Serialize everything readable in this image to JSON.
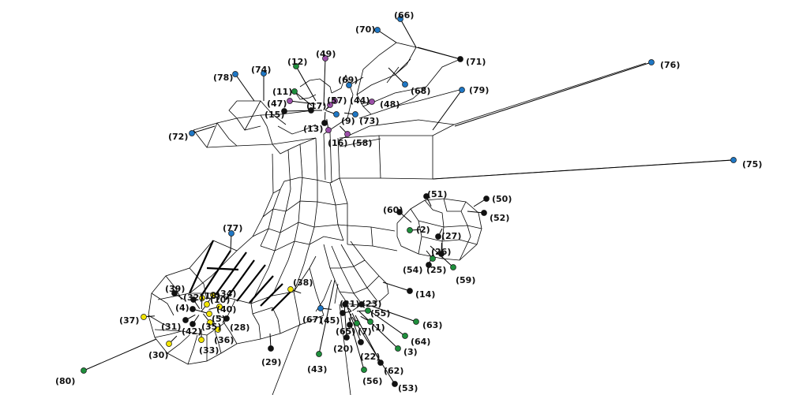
{
  "colors": {
    "black": "#111111",
    "blue": "#1f77c4",
    "green": "#1e8f3c",
    "purple": "#9b4fa8",
    "yellow": "#f2e400"
  },
  "nodes": [
    {
      "id": "66",
      "label": "(66)",
      "color": "blue"
    },
    {
      "id": "70",
      "label": "(70)",
      "color": "blue"
    },
    {
      "id": "71",
      "label": "(71)",
      "color": "black"
    },
    {
      "id": "76",
      "label": "(76)",
      "color": "blue"
    },
    {
      "id": "49",
      "label": "(49)",
      "color": "purple"
    },
    {
      "id": "12",
      "label": "(12)",
      "color": "green"
    },
    {
      "id": "74",
      "label": "(74)",
      "color": "blue"
    },
    {
      "id": "78",
      "label": "(78)",
      "color": "blue"
    },
    {
      "id": "69",
      "label": "(69)",
      "color": "blue"
    },
    {
      "id": "68",
      "label": "(68)",
      "color": "blue"
    },
    {
      "id": "79",
      "label": "(79)",
      "color": "blue"
    },
    {
      "id": "11",
      "label": "(11)",
      "color": "green"
    },
    {
      "id": "47",
      "label": "(47)",
      "color": "purple"
    },
    {
      "id": "57",
      "label": "(57)",
      "color": "purple"
    },
    {
      "id": "44",
      "label": "(44)",
      "color": "purple"
    },
    {
      "id": "48",
      "label": "(48)",
      "color": "purple"
    },
    {
      "id": "15",
      "label": "(15)",
      "color": "black"
    },
    {
      "id": "17",
      "label": "(17)",
      "color": "black"
    },
    {
      "id": "9",
      "label": "(9)",
      "color": "blue"
    },
    {
      "id": "73",
      "label": "(73)",
      "color": "blue"
    },
    {
      "id": "72",
      "label": "(72)",
      "color": "blue"
    },
    {
      "id": "13",
      "label": "(13)",
      "color": "black"
    },
    {
      "id": "16",
      "label": "(16)",
      "color": "purple"
    },
    {
      "id": "58",
      "label": "(58)",
      "color": "purple"
    },
    {
      "id": "75",
      "label": "(75)",
      "color": "blue"
    },
    {
      "id": "51",
      "label": "(51)",
      "color": "black"
    },
    {
      "id": "50",
      "label": "(50)",
      "color": "black"
    },
    {
      "id": "60",
      "label": "(60)",
      "color": "black"
    },
    {
      "id": "52",
      "label": "(52)",
      "color": "black"
    },
    {
      "id": "2",
      "label": "(2)",
      "color": "green"
    },
    {
      "id": "27",
      "label": "(27)",
      "color": "black"
    },
    {
      "id": "77",
      "label": "(77)",
      "color": "blue"
    },
    {
      "id": "26",
      "label": "(26)",
      "color": "black"
    },
    {
      "id": "54",
      "label": "(54)",
      "color": "green"
    },
    {
      "id": "25",
      "label": "(25)",
      "color": "black"
    },
    {
      "id": "59",
      "label": "(59)",
      "color": "green"
    },
    {
      "id": "39",
      "label": "(39)",
      "color": "black"
    },
    {
      "id": "38",
      "label": "(38)",
      "color": "yellow"
    },
    {
      "id": "34",
      "label": "(34)",
      "color": "yellow"
    },
    {
      "id": "18",
      "label": "(18)",
      "color": "yellow"
    },
    {
      "id": "32",
      "label": "(32)",
      "color": "black"
    },
    {
      "id": "10",
      "label": "(10)",
      "color": "yellow"
    },
    {
      "id": "14",
      "label": "(14)",
      "color": "black"
    },
    {
      "id": "4",
      "label": "(4)",
      "color": "black"
    },
    {
      "id": "40",
      "label": "(40)",
      "color": "yellow"
    },
    {
      "id": "37",
      "label": "(37)",
      "color": "yellow"
    },
    {
      "id": "5",
      "label": "(5)",
      "color": "yellow"
    },
    {
      "id": "23",
      "label": "(23)",
      "color": "black"
    },
    {
      "id": "55",
      "label": "(55)",
      "color": "green"
    },
    {
      "id": "67",
      "label": "(67)",
      "color": "blue"
    },
    {
      "id": "45",
      "label": "(45)",
      "color": "black"
    },
    {
      "id": "21",
      "label": "(21)",
      "color": "black"
    },
    {
      "id": "63",
      "label": "(63)",
      "color": "green"
    },
    {
      "id": "31",
      "label": "(31)",
      "color": "black"
    },
    {
      "id": "42",
      "label": "(42)",
      "color": "black"
    },
    {
      "id": "35",
      "label": "(35)",
      "color": "yellow"
    },
    {
      "id": "28",
      "label": "(28)",
      "color": "black"
    },
    {
      "id": "65",
      "label": "(65)",
      "color": "black"
    },
    {
      "id": "7",
      "label": "(7)",
      "color": "green"
    },
    {
      "id": "1",
      "label": "(1)",
      "color": "green"
    },
    {
      "id": "36",
      "label": "(36)",
      "color": "yellow"
    },
    {
      "id": "64",
      "label": "(64)",
      "color": "green"
    },
    {
      "id": "20",
      "label": "(20)",
      "color": "black"
    },
    {
      "id": "3",
      "label": "(3)",
      "color": "green"
    },
    {
      "id": "30",
      "label": "(30)",
      "color": "yellow"
    },
    {
      "id": "33",
      "label": "(33)",
      "color": "yellow"
    },
    {
      "id": "29",
      "label": "(29)",
      "color": "black"
    },
    {
      "id": "22",
      "label": "(22)",
      "color": "black"
    },
    {
      "id": "43",
      "label": "(43)",
      "color": "green"
    },
    {
      "id": "62",
      "label": "(62)",
      "color": "black"
    },
    {
      "id": "56",
      "label": "(56)",
      "color": "green"
    },
    {
      "id": "80",
      "label": "(80)",
      "color": "green"
    },
    {
      "id": "53",
      "label": "(53)",
      "color": "black"
    }
  ]
}
